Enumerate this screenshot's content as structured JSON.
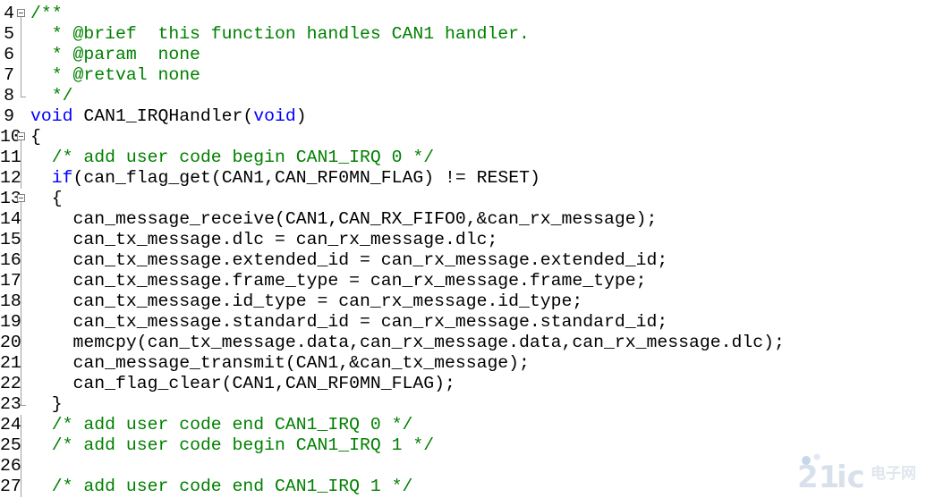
{
  "editor": {
    "lines": [
      {
        "num": "4",
        "fold": "box",
        "segments": [
          {
            "t": "/**",
            "c": "cm"
          }
        ]
      },
      {
        "num": "5",
        "fold": "line",
        "segments": [
          {
            "t": "  * @brief  this function handles CAN1 handler.",
            "c": "cm"
          }
        ]
      },
      {
        "num": "6",
        "fold": "line",
        "segments": [
          {
            "t": "  * @param  none",
            "c": "cm"
          }
        ]
      },
      {
        "num": "7",
        "fold": "line",
        "segments": [
          {
            "t": "  * @retval none",
            "c": "cm"
          }
        ]
      },
      {
        "num": "8",
        "fold": "end",
        "segments": [
          {
            "t": "  */",
            "c": "cm"
          }
        ]
      },
      {
        "num": "9",
        "fold": "none",
        "segments": [
          {
            "t": "void",
            "c": "kw"
          },
          {
            "t": " CAN1_IRQHandler(",
            "c": "pl"
          },
          {
            "t": "void",
            "c": "kw"
          },
          {
            "t": ")",
            "c": "pl"
          }
        ]
      },
      {
        "num": "10",
        "fold": "box",
        "segments": [
          {
            "t": "{",
            "c": "pl"
          }
        ]
      },
      {
        "num": "11",
        "fold": "line",
        "segments": [
          {
            "t": "  ",
            "c": "pl"
          },
          {
            "t": "/* add user code begin CAN1_IRQ 0 */",
            "c": "cm"
          }
        ]
      },
      {
        "num": "12",
        "fold": "line",
        "segments": [
          {
            "t": "  ",
            "c": "pl"
          },
          {
            "t": "if",
            "c": "kw"
          },
          {
            "t": "(can_flag_get(CAN1,CAN_RF0MN_FLAG) != RESET)",
            "c": "pl"
          }
        ]
      },
      {
        "num": "13",
        "fold": "box",
        "segments": [
          {
            "t": "  {",
            "c": "pl"
          }
        ]
      },
      {
        "num": "14",
        "fold": "line",
        "segments": [
          {
            "t": "    can_message_receive(CAN1,CAN_RX_FIFO0,&can_rx_message);",
            "c": "pl"
          }
        ]
      },
      {
        "num": "15",
        "fold": "line",
        "segments": [
          {
            "t": "    can_tx_message.dlc = can_rx_message.dlc;",
            "c": "pl"
          }
        ]
      },
      {
        "num": "16",
        "fold": "line",
        "segments": [
          {
            "t": "    can_tx_message.extended_id = can_rx_message.extended_id;",
            "c": "pl"
          }
        ]
      },
      {
        "num": "17",
        "fold": "line",
        "segments": [
          {
            "t": "    can_tx_message.frame_type = can_rx_message.frame_type;",
            "c": "pl"
          }
        ]
      },
      {
        "num": "18",
        "fold": "line",
        "segments": [
          {
            "t": "    can_tx_message.id_type = can_rx_message.id_type;",
            "c": "pl"
          }
        ]
      },
      {
        "num": "19",
        "fold": "line",
        "segments": [
          {
            "t": "    can_tx_message.standard_id = can_rx_message.standard_id;",
            "c": "pl"
          }
        ]
      },
      {
        "num": "20",
        "fold": "line",
        "segments": [
          {
            "t": "    memcpy(can_tx_message.data,can_rx_message.data,can_rx_message.dlc);",
            "c": "pl"
          }
        ]
      },
      {
        "num": "21",
        "fold": "line",
        "segments": [
          {
            "t": "    can_message_transmit(CAN1,&can_tx_message);",
            "c": "pl"
          }
        ]
      },
      {
        "num": "22",
        "fold": "line",
        "segments": [
          {
            "t": "    can_flag_clear(CAN1,CAN_RF0MN_FLAG);",
            "c": "pl"
          }
        ]
      },
      {
        "num": "23",
        "fold": "end",
        "segments": [
          {
            "t": "  }",
            "c": "pl"
          }
        ]
      },
      {
        "num": "24",
        "fold": "line",
        "segments": [
          {
            "t": "  ",
            "c": "pl"
          },
          {
            "t": "/* add user code end CAN1_IRQ 0 */",
            "c": "cm"
          }
        ]
      },
      {
        "num": "25",
        "fold": "line",
        "segments": [
          {
            "t": "  ",
            "c": "pl"
          },
          {
            "t": "/* add user code begin CAN1_IRQ 1 */",
            "c": "cm"
          }
        ]
      },
      {
        "num": "26",
        "fold": "line",
        "segments": [
          {
            "t": "",
            "c": "pl"
          }
        ]
      },
      {
        "num": "27",
        "fold": "line",
        "segments": [
          {
            "t": "  ",
            "c": "pl"
          },
          {
            "t": "/* add user code end CAN1_IRQ 1 */",
            "c": "cm"
          }
        ]
      }
    ]
  },
  "colors": {
    "comment": "#008000",
    "keyword": "#0000ff",
    "text": "#000000"
  },
  "watermark": {
    "icon": "21ic-logo-icon",
    "text": "21ic电子网"
  }
}
